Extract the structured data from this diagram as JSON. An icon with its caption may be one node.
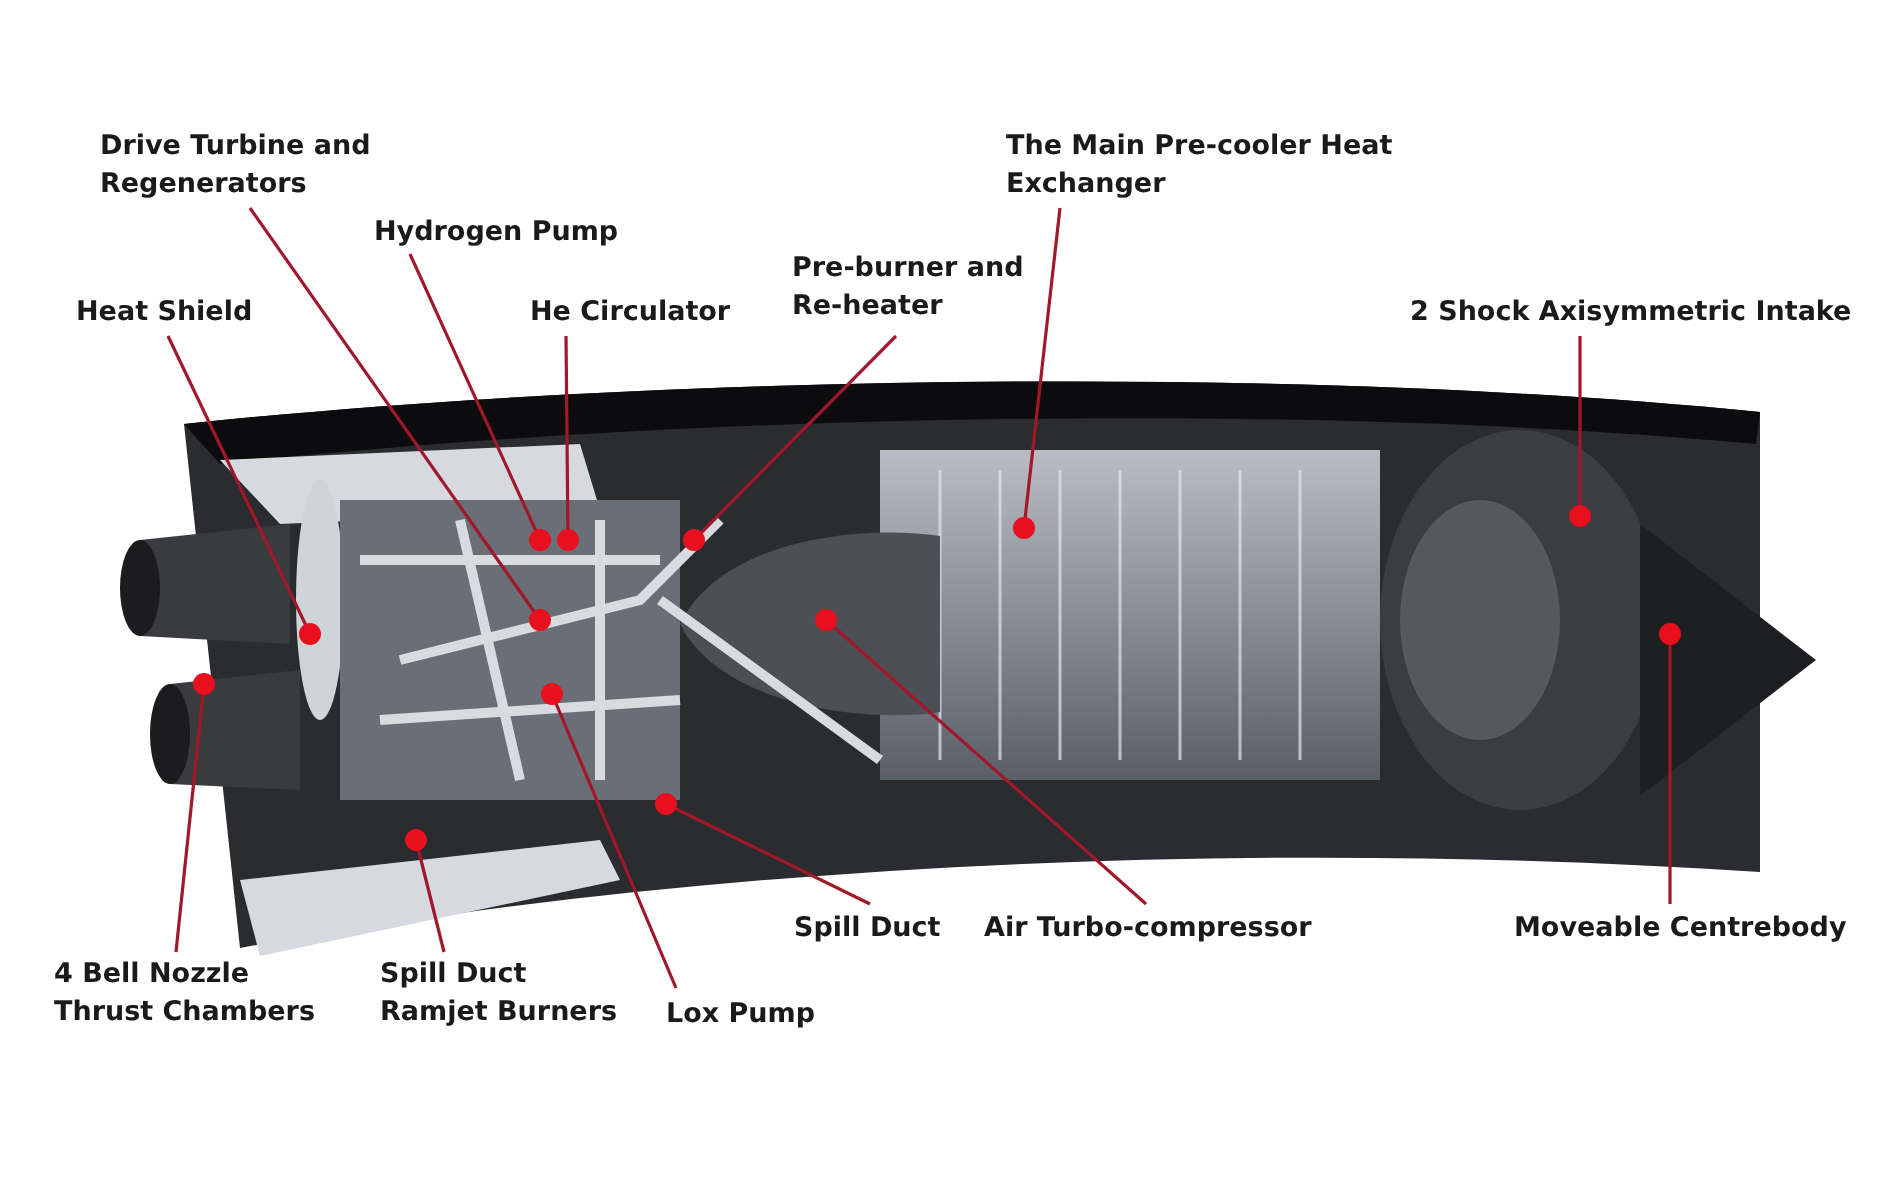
{
  "diagram": {
    "nodes": [
      {
        "text": [
          "Drive Turbine and Regenerators"
        ]
      },
      {
        "text": [
          "The Main Pre-cooler Heat Exchanger"
        ]
      },
      {
        "text": [
          "Hydrogen Pump"
        ]
      },
      {
        "text": [
          "Pre-burner and Re-heater"
        ]
      },
      {
        "text": [
          "Heat Shield"
        ]
      },
      {
        "text": [
          "He Circulator"
        ]
      },
      {
        "text": [
          "2 Shock Axisymmetric Intake"
        ]
      },
      {
        "text": [
          "Spill Duct"
        ]
      },
      {
        "text": [
          "Air Turbo-compressor"
        ]
      },
      {
        "text": [
          "Moveable Centrebody"
        ]
      },
      {
        "text": [
          "4 Bell Nozzle Thrust Chambers"
        ]
      },
      {
        "text": [
          "Spill Duct Ramjet Burners"
        ]
      },
      {
        "text": [
          "Lox Pump"
        ]
      }
    ],
    "edges": [
      {
        "from": 0,
        "to": null,
        "arrow": "other"
      },
      {
        "from": 1,
        "to": null,
        "arrow": "other"
      },
      {
        "from": 2,
        "to": null,
        "arrow": "other"
      },
      {
        "from": 3,
        "to": null,
        "arrow": "other"
      },
      {
        "from": 4,
        "to": null,
        "arrow": "other"
      },
      {
        "from": 5,
        "to": null,
        "arrow": "other"
      },
      {
        "from": 6,
        "to": null,
        "arrow": "other"
      },
      {
        "from": 7,
        "to": null,
        "arrow": "other"
      },
      {
        "from": 8,
        "to": null,
        "arrow": "other"
      },
      {
        "from": 9,
        "to": null,
        "arrow": "other"
      },
      {
        "from": 10,
        "to": null,
        "arrow": "other"
      },
      {
        "from": 11,
        "to": null,
        "arrow": "other"
      },
      {
        "from": 12,
        "to": null,
        "arrow": "other"
      }
    ]
  }
}
